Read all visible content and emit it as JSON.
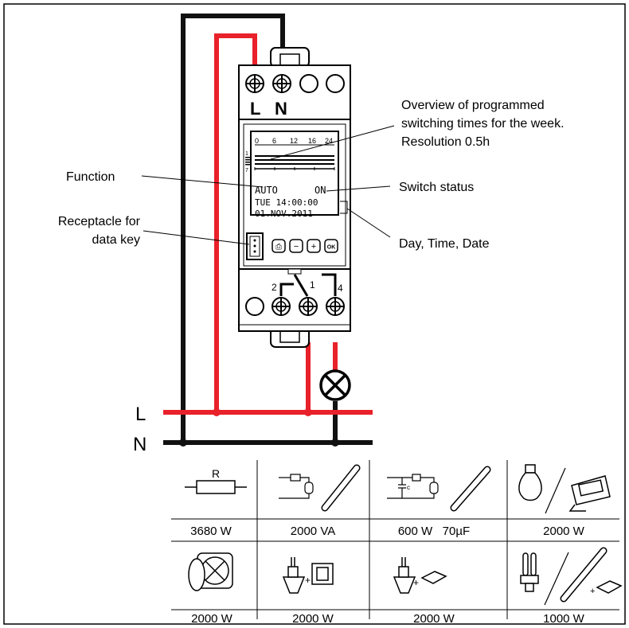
{
  "device": {
    "terminal_l": "L",
    "terminal_n": "N",
    "scale_ticks": [
      "0",
      "6",
      "12",
      "16",
      "24"
    ],
    "day_top": "1",
    "day_bottom": "7",
    "lcd_function": "AUTO",
    "lcd_status": "ON",
    "lcd_time": "TUE 14:00:00",
    "lcd_date": "01.NOV.2011",
    "btn_menu": "⎙",
    "btn_minus": "−",
    "btn_plus": "+",
    "btn_ok": "OK",
    "relay_2": "2",
    "relay_1": "1",
    "relay_4": "4"
  },
  "callouts": {
    "overview_line1": "Overview of programmed",
    "overview_line2": "switching times for the week.",
    "overview_line3": "Resolution 0.5h",
    "function": "Function",
    "switch_status": "Switch status",
    "receptacle_line1": "Receptacle for",
    "receptacle_line2": "data key",
    "day_time_date": "Day, Time, Date"
  },
  "mains": {
    "L": "L",
    "N": "N"
  },
  "loads": {
    "resistor_label": "R",
    "capacitor_label": "c",
    "row1": [
      "3680 W",
      "2000 VA",
      "600 W   70µF",
      "2000 W"
    ],
    "row2": [
      "2000 W",
      "2000 W",
      "2000 W",
      "1000 W"
    ]
  },
  "colors": {
    "phase": "#e8212a",
    "neutral": "#111111"
  }
}
